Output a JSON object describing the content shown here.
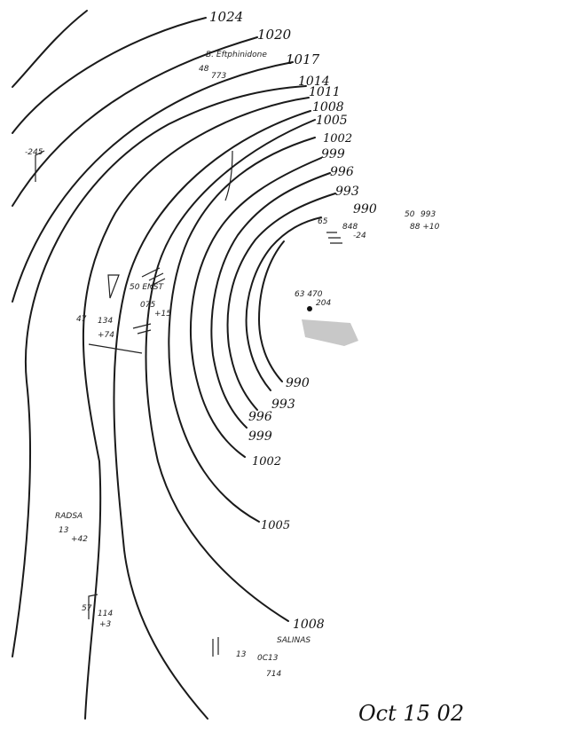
{
  "map": {
    "date": "Oct 15  02",
    "isobar_labels": [
      "1024",
      "1020",
      "1017",
      "1014",
      "1011",
      "1008",
      "1005",
      "1002",
      "999",
      "996",
      "993",
      "990"
    ],
    "lower_labels": [
      "990",
      "993",
      "996",
      "999",
      "1002",
      "1005",
      "1008"
    ],
    "station_notes": [
      "B. Eftphinidone",
      "48",
      "773",
      "-245",
      "50 ENST",
      "075",
      "+15",
      "47",
      "134",
      "+74",
      "63 470",
      "204",
      "65",
      "848",
      "-24",
      "50",
      "993",
      "88 +10",
      "RADSA",
      "13",
      "+42",
      "57",
      "114",
      "+3",
      "SALINAS",
      "13",
      "0C13",
      "714"
    ]
  }
}
